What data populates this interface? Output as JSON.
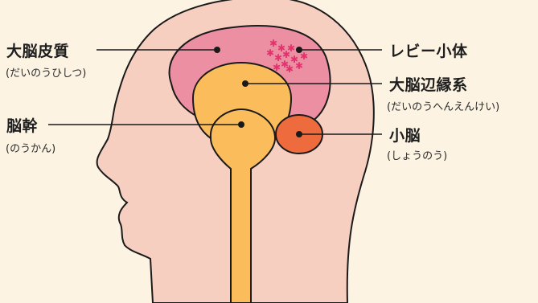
{
  "labels": {
    "cortex": {
      "name": "大脳皮質",
      "reading": "(だいのうひしつ)"
    },
    "brainstem": {
      "name": "脳幹",
      "reading": "(のうかん)"
    },
    "lewy": {
      "name": "レビー小体"
    },
    "limbic": {
      "name": "大脳辺縁系",
      "reading": "(だいのうへんえんけい)"
    },
    "cerebellum": {
      "name": "小脳",
      "reading": "(しょうのう)"
    }
  },
  "colors": {
    "background": "#fdf3e3",
    "head": "#f7cfc0",
    "outline": "#1a1a1a",
    "cortex": "#ec8fa3",
    "limbic": "#fbbd5b",
    "cerebellum": "#ee6b3e",
    "lewy": "#e2336e"
  }
}
